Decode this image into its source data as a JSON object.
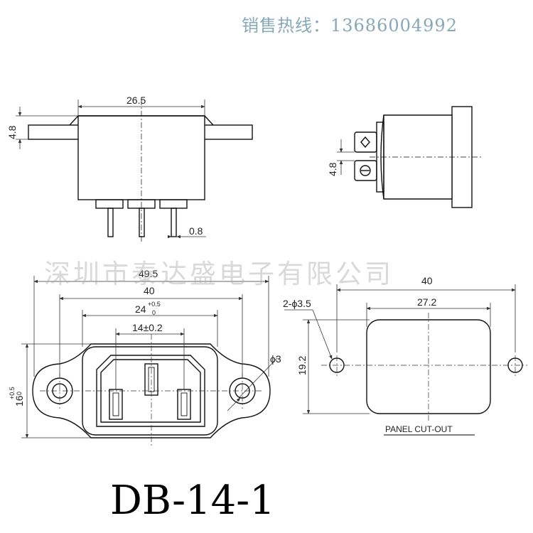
{
  "header": {
    "hotline": "销售热线：13686004992"
  },
  "watermark": "深圳市泰达盛电子有限公司",
  "model": "DB-14-1",
  "dimensions": {
    "top_width": "26.5",
    "flange_thickness": "4.8",
    "side_height": "4.8",
    "pin_width": "0.8",
    "overall_width": "49.5",
    "hole_spacing": "40",
    "body_width": "24",
    "body_width_tol_upper": "+0.5",
    "body_width_tol_lower": "0",
    "pin_spacing": "14±0.2",
    "hole_diameter": "ϕ3",
    "height": "16",
    "height_tol_upper": "+0.5",
    "height_tol_lower": "0",
    "cutout_hole_spacing": "40",
    "cutout_width": "27.2",
    "cutout_holes": "2-ϕ3.5",
    "cutout_height": "19.2",
    "cutout_label": "PANEL CUT-OUT"
  }
}
